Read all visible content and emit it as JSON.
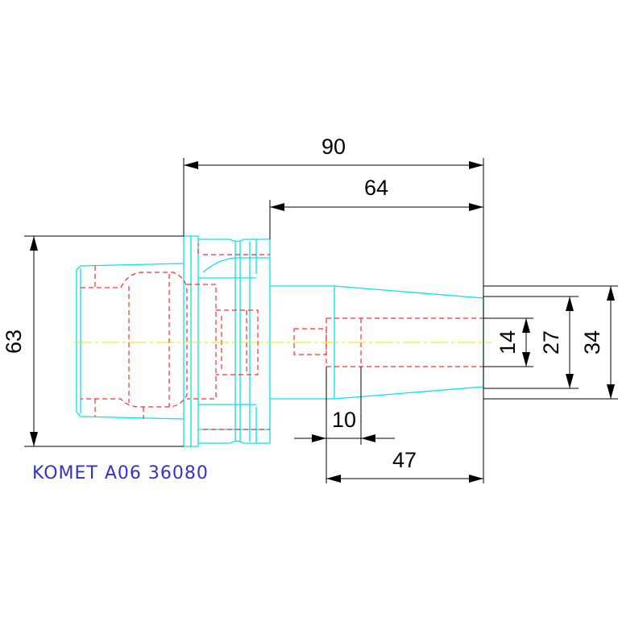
{
  "drawing": {
    "caption": "KOMET A06 36080",
    "dimensions": {
      "overall_length": "90",
      "shank_length": "64",
      "flange_diameter": "63",
      "bore_diameter": "14",
      "bore_counter_diameter": "27",
      "shank_diameter": "34",
      "bore_offset": "10",
      "bore_depth": "47"
    }
  },
  "colors": {
    "outline": "#00e5ee",
    "hidden": "#ff2a2a",
    "centerline": "#e6e600",
    "dimension": "#000000",
    "caption": "#3333cc"
  }
}
